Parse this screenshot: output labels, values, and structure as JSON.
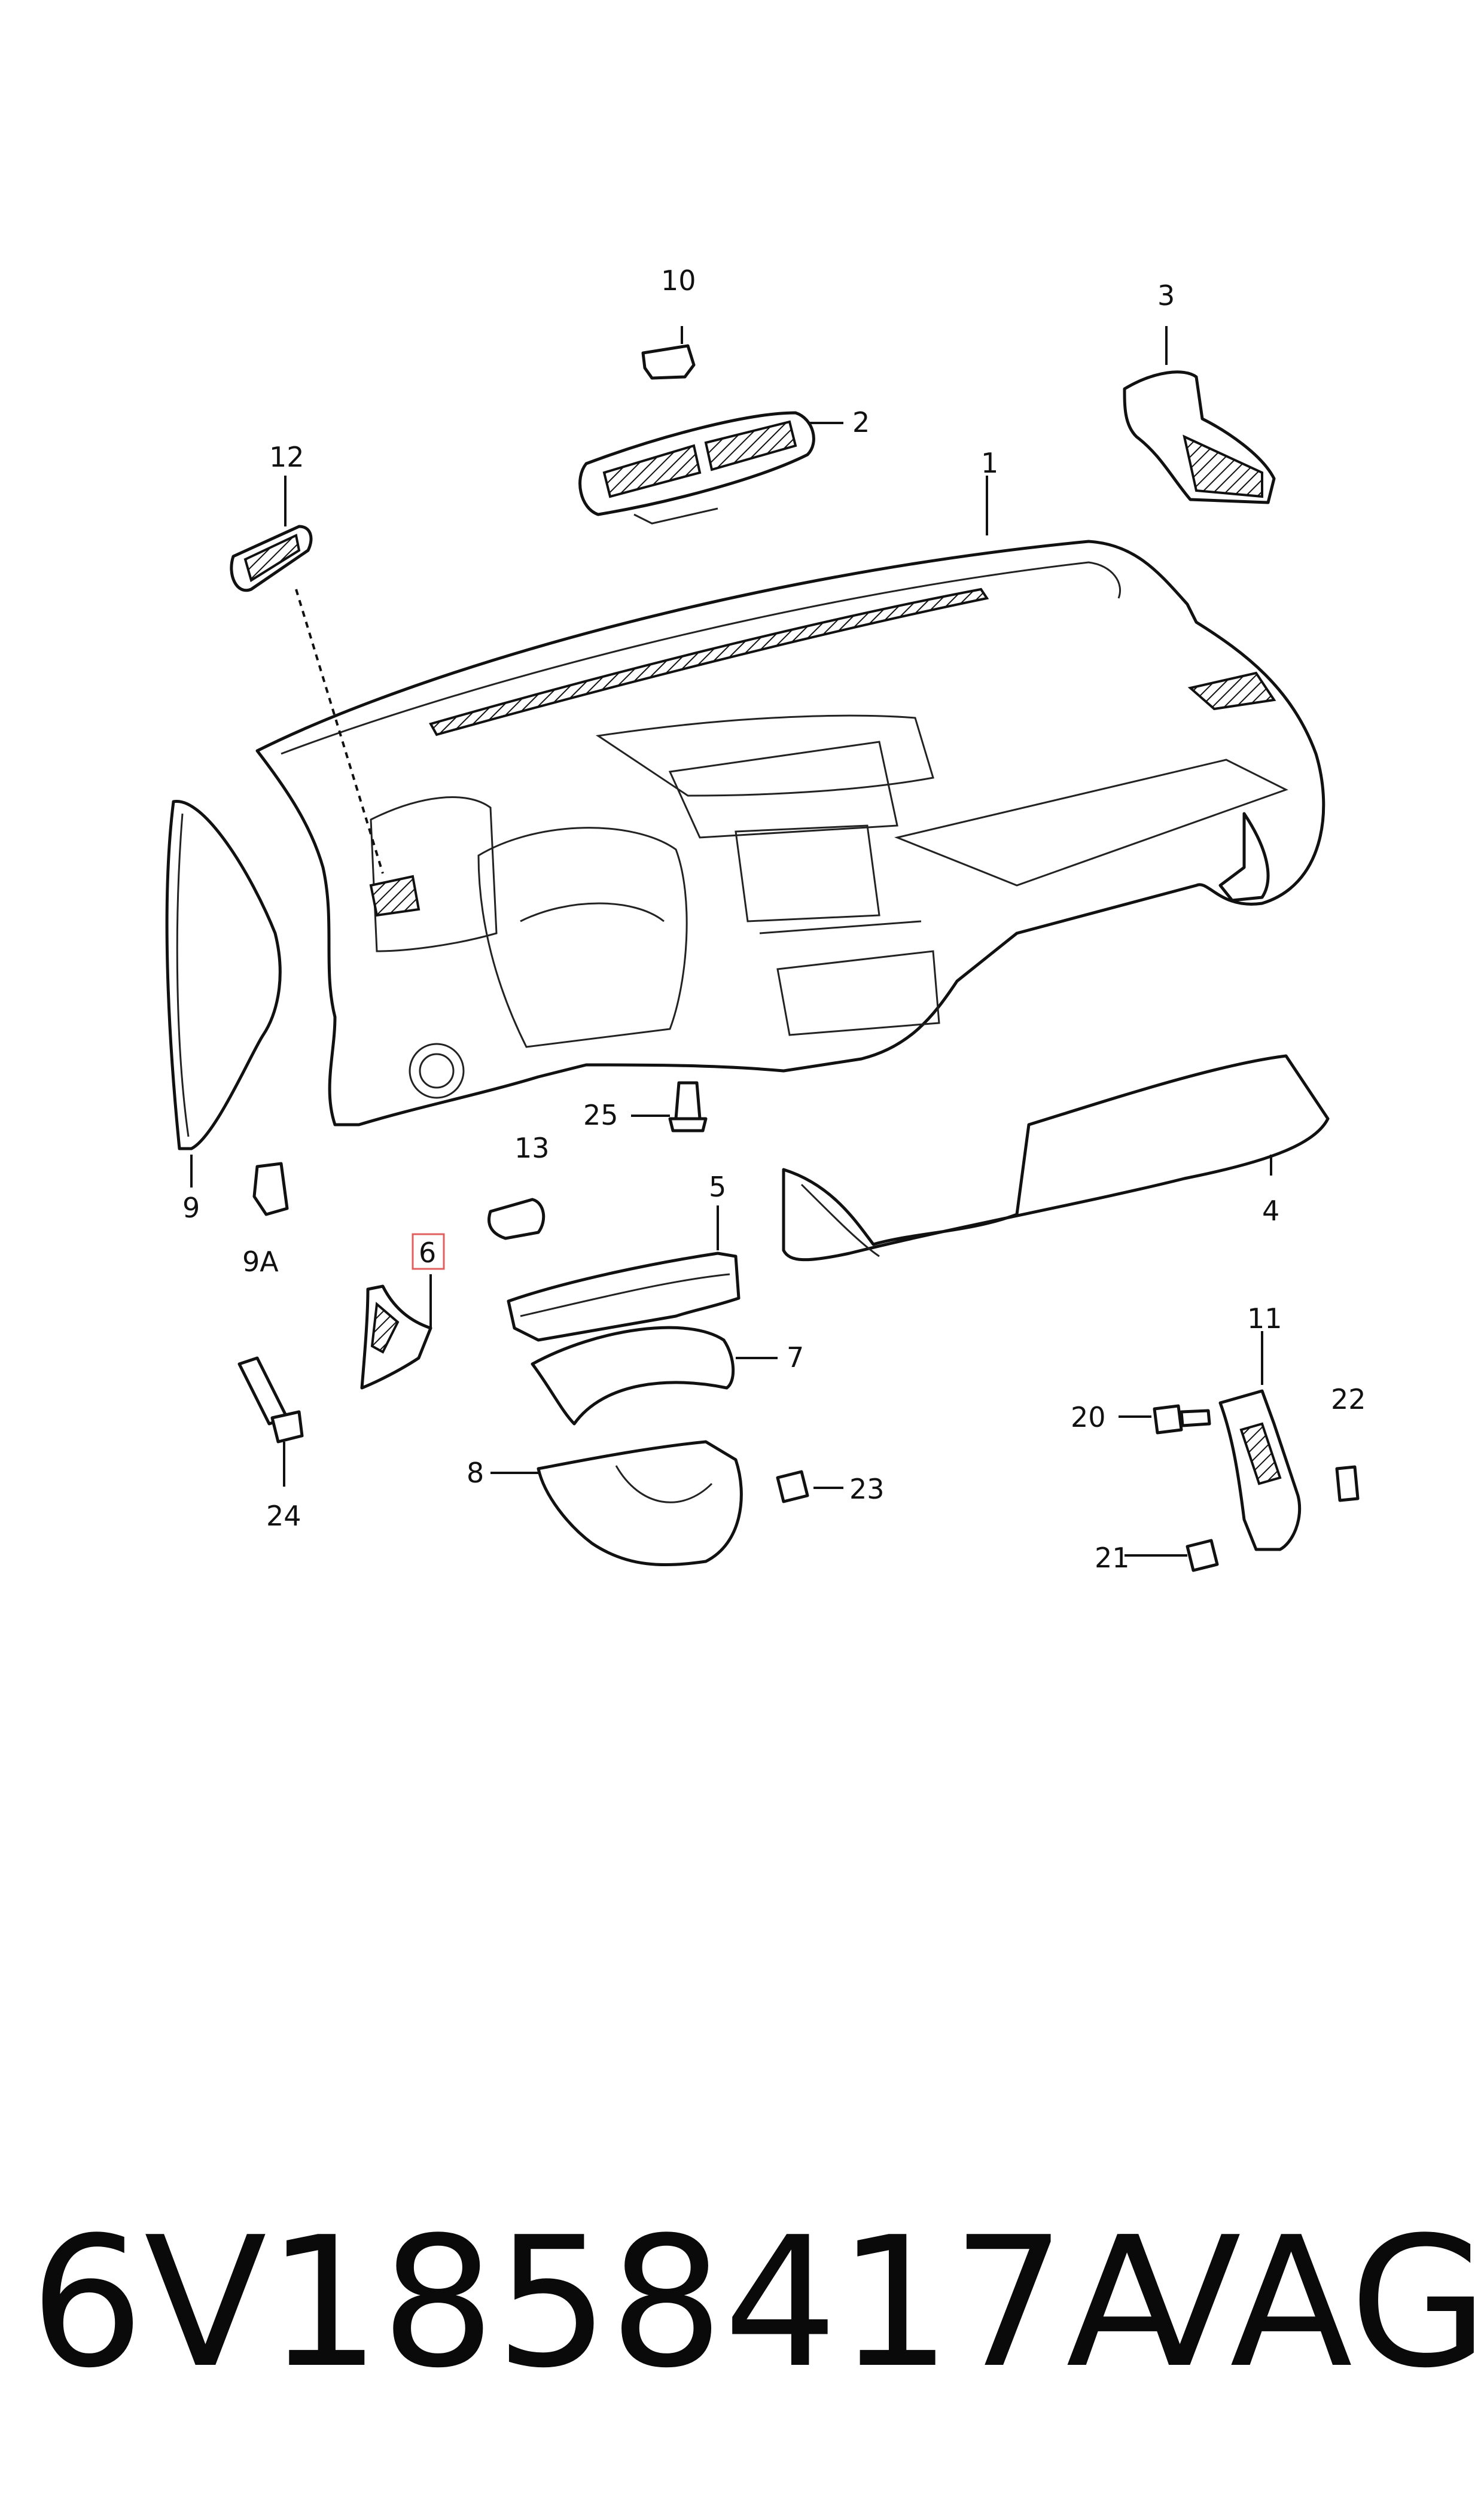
{
  "callouts": {
    "c1": "1",
    "c2": "2",
    "c3": "3",
    "c4": "4",
    "c5": "5",
    "c6": "6",
    "c7": "7",
    "c8": "8",
    "c9": "9",
    "c9a": "9A",
    "c10": "10",
    "c11": "11",
    "c12": "12",
    "c13": "13",
    "c20": "20",
    "c21": "21",
    "c22": "22",
    "c23": "23",
    "c24": "24",
    "c25": "25"
  },
  "highlighted_part": "6",
  "footer": {
    "part_number": "6V1858417A",
    "brand": "VAG"
  }
}
